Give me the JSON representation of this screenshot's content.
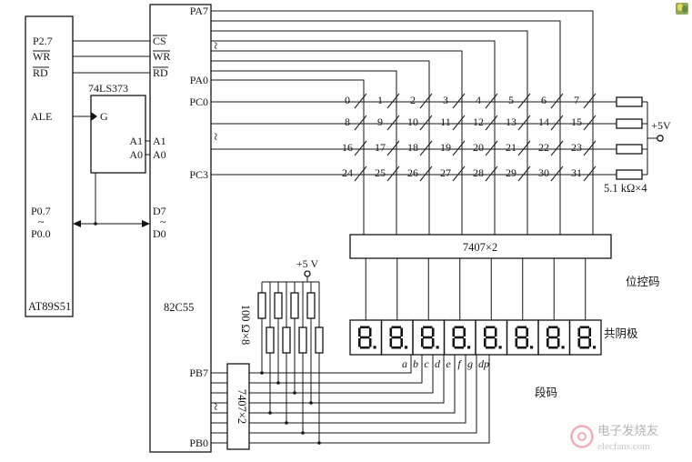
{
  "mcu": {
    "label": "AT89S51",
    "p27": "P2.7",
    "wr": "WR",
    "rd": "RD",
    "ale": "ALE",
    "p07": "P0.7",
    "tilde": "~",
    "p00": "P0.0"
  },
  "latch": {
    "label": "74LS373",
    "g": "G",
    "a1": "A1",
    "a0": "A0"
  },
  "ppi": {
    "label": "82C55",
    "cs": "CS",
    "wr": "WR",
    "rd": "RD",
    "a1": "A1",
    "a0": "A0",
    "d7": "D7",
    "tilde": "~",
    "d0": "D0",
    "pa7": "PA7",
    "pa0": "PA0",
    "pc0": "PC0",
    "pc3": "PC3",
    "pb7": "PB7",
    "pb0": "PB0",
    "range_mark": "~"
  },
  "keypad": {
    "keys": [
      0,
      1,
      2,
      3,
      4,
      5,
      6,
      7,
      8,
      9,
      10,
      11,
      12,
      13,
      14,
      15,
      16,
      17,
      18,
      19,
      20,
      21,
      22,
      23,
      24,
      25,
      26,
      27,
      28,
      29,
      30,
      31
    ]
  },
  "pullups": {
    "label": "5.1 kΩ×4",
    "vcc": "+5V"
  },
  "buffers": {
    "top_label": "7407×2",
    "side_label": "7407×2"
  },
  "seg_resistors": {
    "label": "100 Ω×8",
    "vcc": "+5 V"
  },
  "display": {
    "digit": "8.",
    "count": 8,
    "common": "共阴极",
    "bit_code": "位控码",
    "seg_code": "段码",
    "segments": [
      "a",
      "b",
      "c",
      "d",
      "e",
      "f",
      "g",
      "dp"
    ]
  },
  "watermark": {
    "name": "电子发烧友",
    "site": "elecfans.com"
  }
}
